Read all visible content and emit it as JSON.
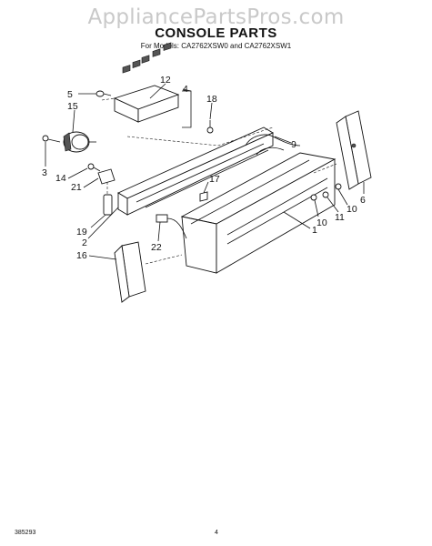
{
  "watermark": "AppliancePartsPros.com",
  "title": "CONSOLE PARTS",
  "subtitle": "For Models: CA2762XSW0 and CA2762XSW1",
  "footer": {
    "doc_number": "385293",
    "page": "4"
  },
  "callouts": {
    "c1": "1",
    "c2": "2",
    "c3": "3",
    "c4": "4",
    "c5": "5",
    "c6": "6",
    "c9": "9",
    "c10a": "10",
    "c10b": "10",
    "c11": "11",
    "c12": "12",
    "c14": "14",
    "c15": "15",
    "c16": "16",
    "c17": "17",
    "c18": "18",
    "c19": "19",
    "c21": "21",
    "c22": "22"
  }
}
